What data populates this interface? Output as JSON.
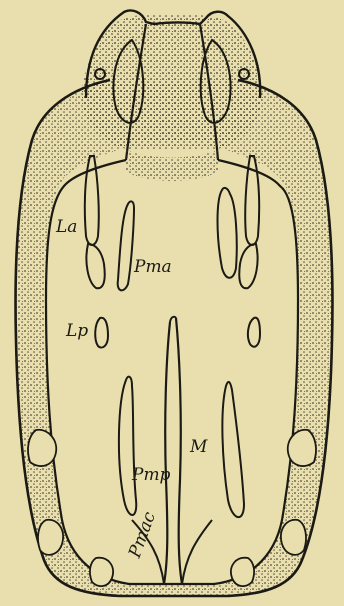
{
  "figure": {
    "background_color": "#e9dfae",
    "ink_color": "#1b1a14",
    "stipple_color": "#3b3628"
  },
  "labels": {
    "la": "La",
    "pma": "Pma",
    "lp": "Lp",
    "pmp": "Pmp",
    "m": "M",
    "pmac": "Pmac"
  }
}
